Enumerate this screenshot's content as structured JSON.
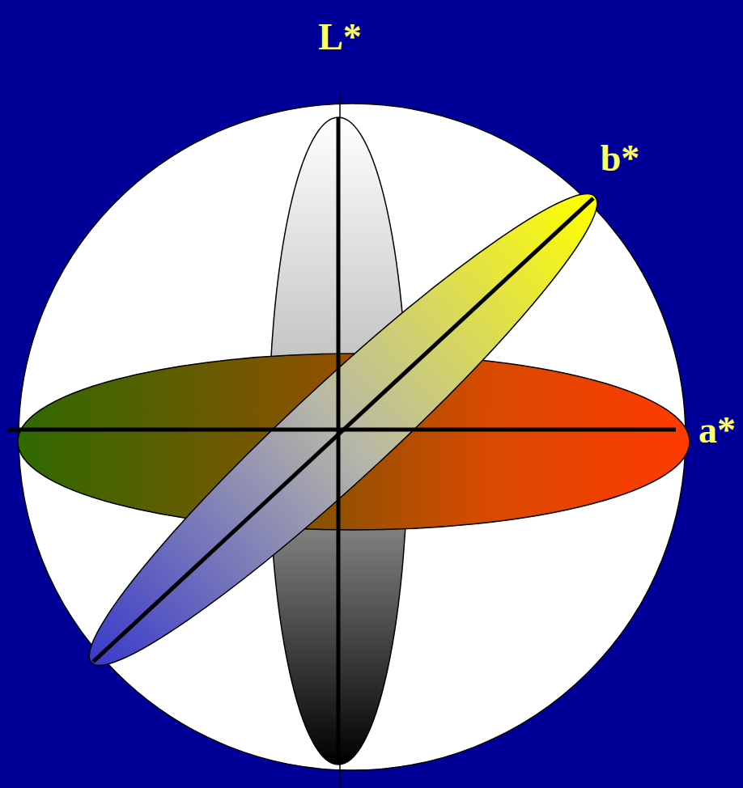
{
  "diagram": {
    "labels": [
      "L*",
      "b*",
      "a*"
    ]
  }
}
